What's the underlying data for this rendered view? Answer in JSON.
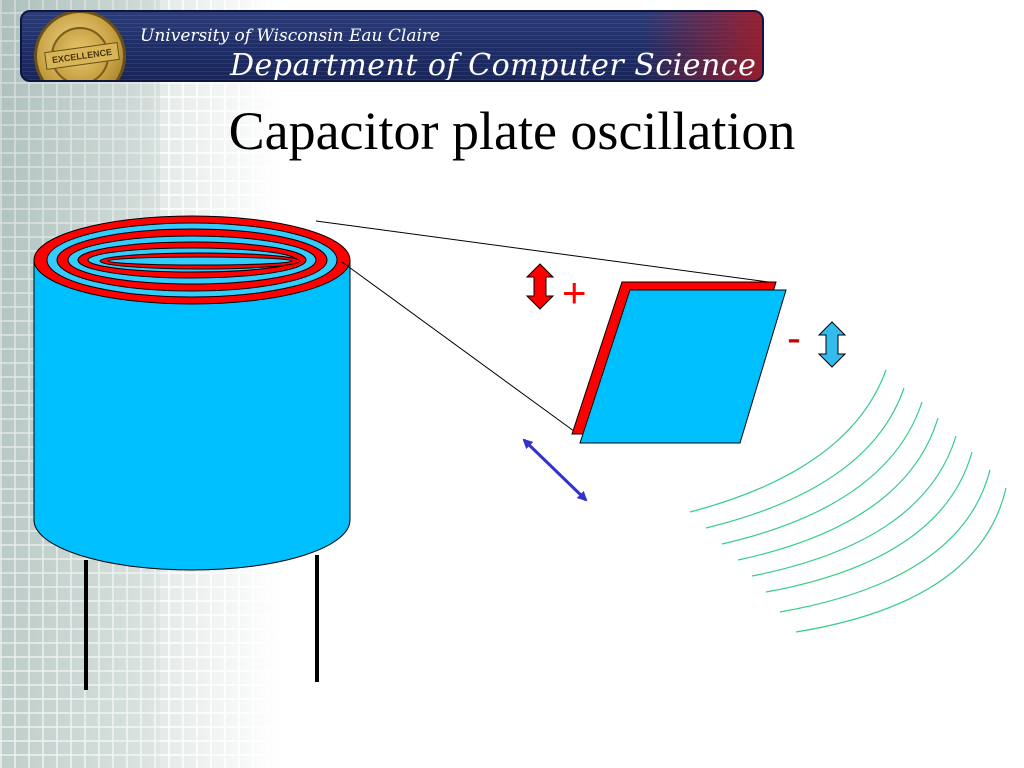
{
  "header": {
    "university": "University of Wisconsin Eau Claire",
    "department": "Department of Computer Science",
    "seal_motto": "EXCELLENCE"
  },
  "slide": {
    "title": "Capacitor plate oscillation"
  },
  "diagram": {
    "plus_sign": "+",
    "minus_sign": "-",
    "colors": {
      "cylinder": "#00bfff",
      "coil_red": "#ff0000",
      "coil_blue": "#33ccff",
      "plate_front": "#00bfff",
      "plate_back": "#ff0000",
      "arrow_red": "#ff0000",
      "arrow_blue": "#33bbee",
      "diag_arrow": "#3333cc",
      "wave": "#33cc88",
      "sign_plus": "#ff0000",
      "sign_minus": "#cc0000"
    }
  }
}
